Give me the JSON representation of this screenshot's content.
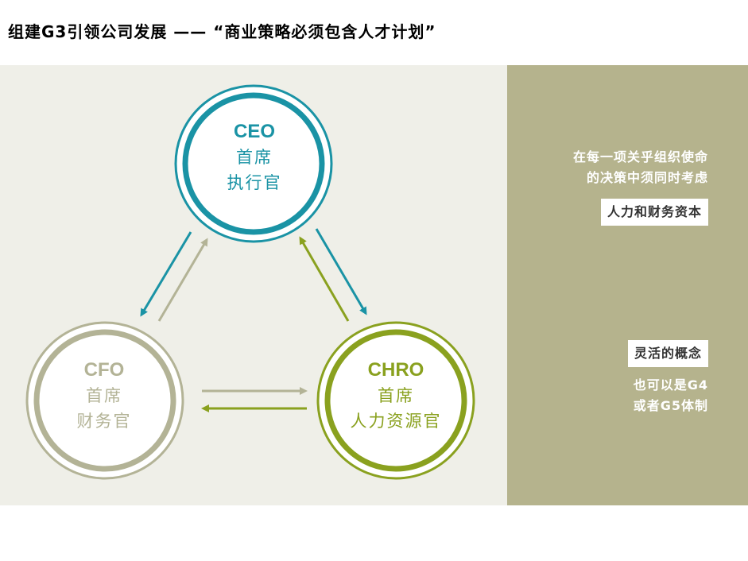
{
  "title": "组建G3引领公司发展 —— “商业策略必须包含人才计划”",
  "nodes": {
    "ceo": {
      "en": "CEO",
      "cn1": "首席",
      "cn2": "执行官"
    },
    "cfo": {
      "en": "CFO",
      "cn1": "首席",
      "cn2": "财务官"
    },
    "chro": {
      "en": "CHRO",
      "cn1": "首席",
      "cn2": "人力资源官"
    }
  },
  "side": {
    "note1_line1": "在每一项关乎组织使命",
    "note1_line2": "的决策中须同时考虑",
    "tag1": "人力和财务资本",
    "tag2": "灵活的概念",
    "note2_line1": "也可以是G4",
    "note2_line2": "或者G5体制"
  },
  "colors": {
    "ceo": "#1a93a5",
    "cfo": "#b3b396",
    "chro": "#8aa11f",
    "panel_left": "#efefe8",
    "panel_right": "#b5b38d"
  }
}
